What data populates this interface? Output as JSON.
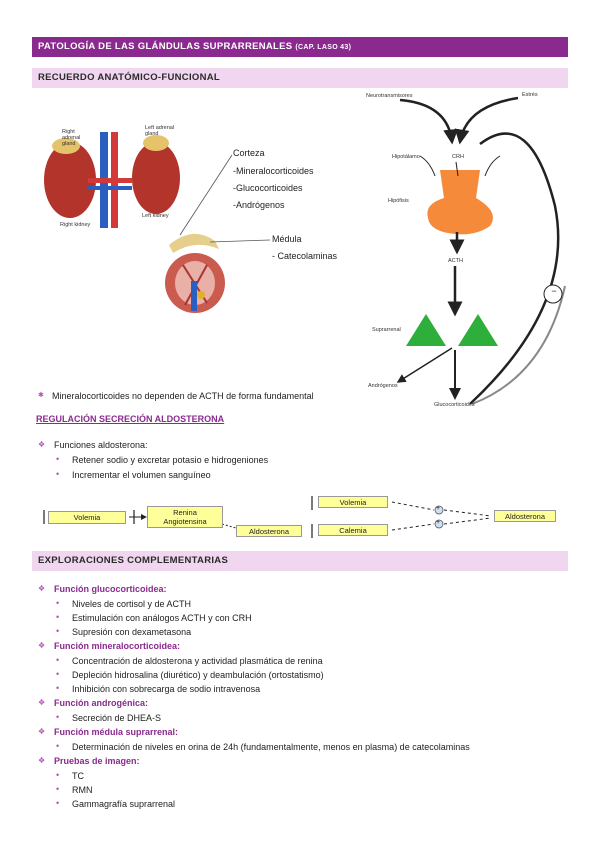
{
  "header": {
    "title": "PATOLOGÍA DE LAS GLÁNDULAS SUPRARRENALES",
    "cap": "(CAP. LASO 43)"
  },
  "section1": {
    "title": "RECUERDO ANATÓMICO-FUNCIONAL",
    "anatomy_labels": {
      "right_adrenal": "Right adrenal gland",
      "left_adrenal": "Left adrenal gland",
      "left_kidney": "Left kidney",
      "right_kidney": "Right kidney"
    },
    "cortex_label": "Corteza",
    "cortex_items": [
      "-Mineralocorticoides",
      "-Glucocorticoides",
      "-Andrógenos"
    ],
    "medulla_label": "Médula",
    "medulla_items": [
      "- Catecolaminas"
    ],
    "axis": {
      "neurotransmitters": "Neurotransmisores",
      "stress": "Estrés",
      "hypothalamus": "Hipotálamo",
      "crh": "CRH",
      "pituitary": "Hipófisis",
      "acth": "ACTH",
      "adrenal": "Suprarrenal",
      "androgens": "Andrógenos",
      "glucocorticoids": "Glucocorticoides",
      "negative": "−"
    },
    "note": "Mineralocorticoides no dependen de ACTH de forma fundamental"
  },
  "section2": {
    "title": "REGULACIÓN SECRECIÓN ALDOSTERONA",
    "functions_label": "Funciones aldosterona:",
    "functions": [
      "Retener sodio y excretar potasio e hidrogeniones",
      "Incrementar el volumen sanguíneo"
    ],
    "flow": {
      "volemia": "Volemia",
      "renina": "Renina",
      "angiotensina": "Angiotensina",
      "aldosterona_low": "Aldosterona",
      "volemia_up": "Volemia",
      "calemia": "Calemia",
      "aldosterona_right": "Aldosterona",
      "plus": "+"
    }
  },
  "section3": {
    "title": "EXPLORACIONES COMPLEMENTARIAS",
    "groups": [
      {
        "label": "Función glucocorticoidea:",
        "items": [
          "Niveles de cortisol y de ACTH",
          "Estimulación con análogos ACTH y con CRH",
          "Supresión con dexametasona"
        ]
      },
      {
        "label": "Función mineralocorticoidea:",
        "items": [
          "Concentración de aldosterona y actividad plasmática de renina",
          "Depleción hidrosalina (diurético) y deambulación (ortostatismo)",
          "Inhibición con sobrecarga de sodio intravenosa"
        ]
      },
      {
        "label": "Función androgénica:",
        "items": [
          "Secreción de DHEA-S"
        ]
      },
      {
        "label": "Función médula suprarrenal:",
        "items": [
          "Determinación de niveles en orina de 24h (fundamentalmente, menos en plasma) de catecolaminas"
        ]
      },
      {
        "label": "Pruebas de imagen:",
        "items": [
          "TC",
          "RMN",
          "Gammagrafía suprarrenal"
        ]
      }
    ]
  },
  "colors": {
    "header_bg": "#8a2a8e",
    "section_bg": "#f0d7ef",
    "accent": "#b54fb3",
    "pituitary": "#f58a3a",
    "adrenal": "#2eae3a",
    "flow_box": "#ffff99"
  }
}
